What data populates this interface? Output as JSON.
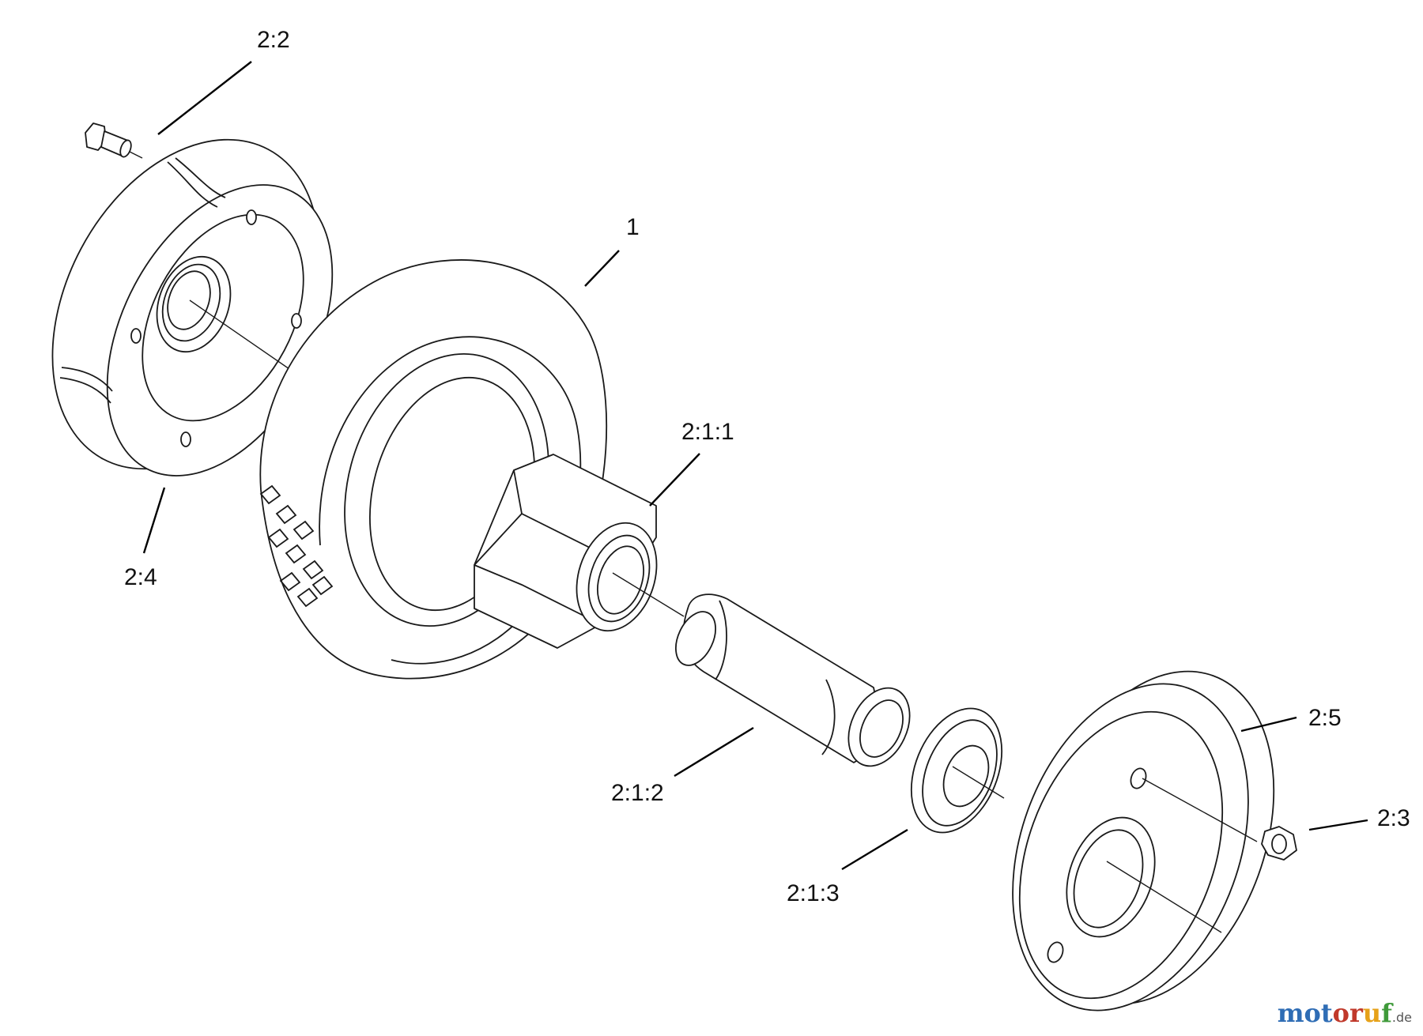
{
  "labels": {
    "tire": "1",
    "bolt": "2:2",
    "hub_half_left": "2:4",
    "hub_core": "2:1:1",
    "axle_bushing": "2:1:2",
    "washer": "2:1:3",
    "hub_half_right": "2:5",
    "nut": "2:3"
  },
  "watermark": {
    "part1": "mot",
    "part2": "or",
    "part3": "u",
    "part4": "f",
    "tld": ".de"
  },
  "colors": {
    "line": "#1a1a1a",
    "background": "#ffffff",
    "watermark_blue": "#2f6db5",
    "watermark_red": "#c0392b",
    "watermark_yellow": "#e6a119",
    "watermark_green": "#3f9a3a"
  }
}
